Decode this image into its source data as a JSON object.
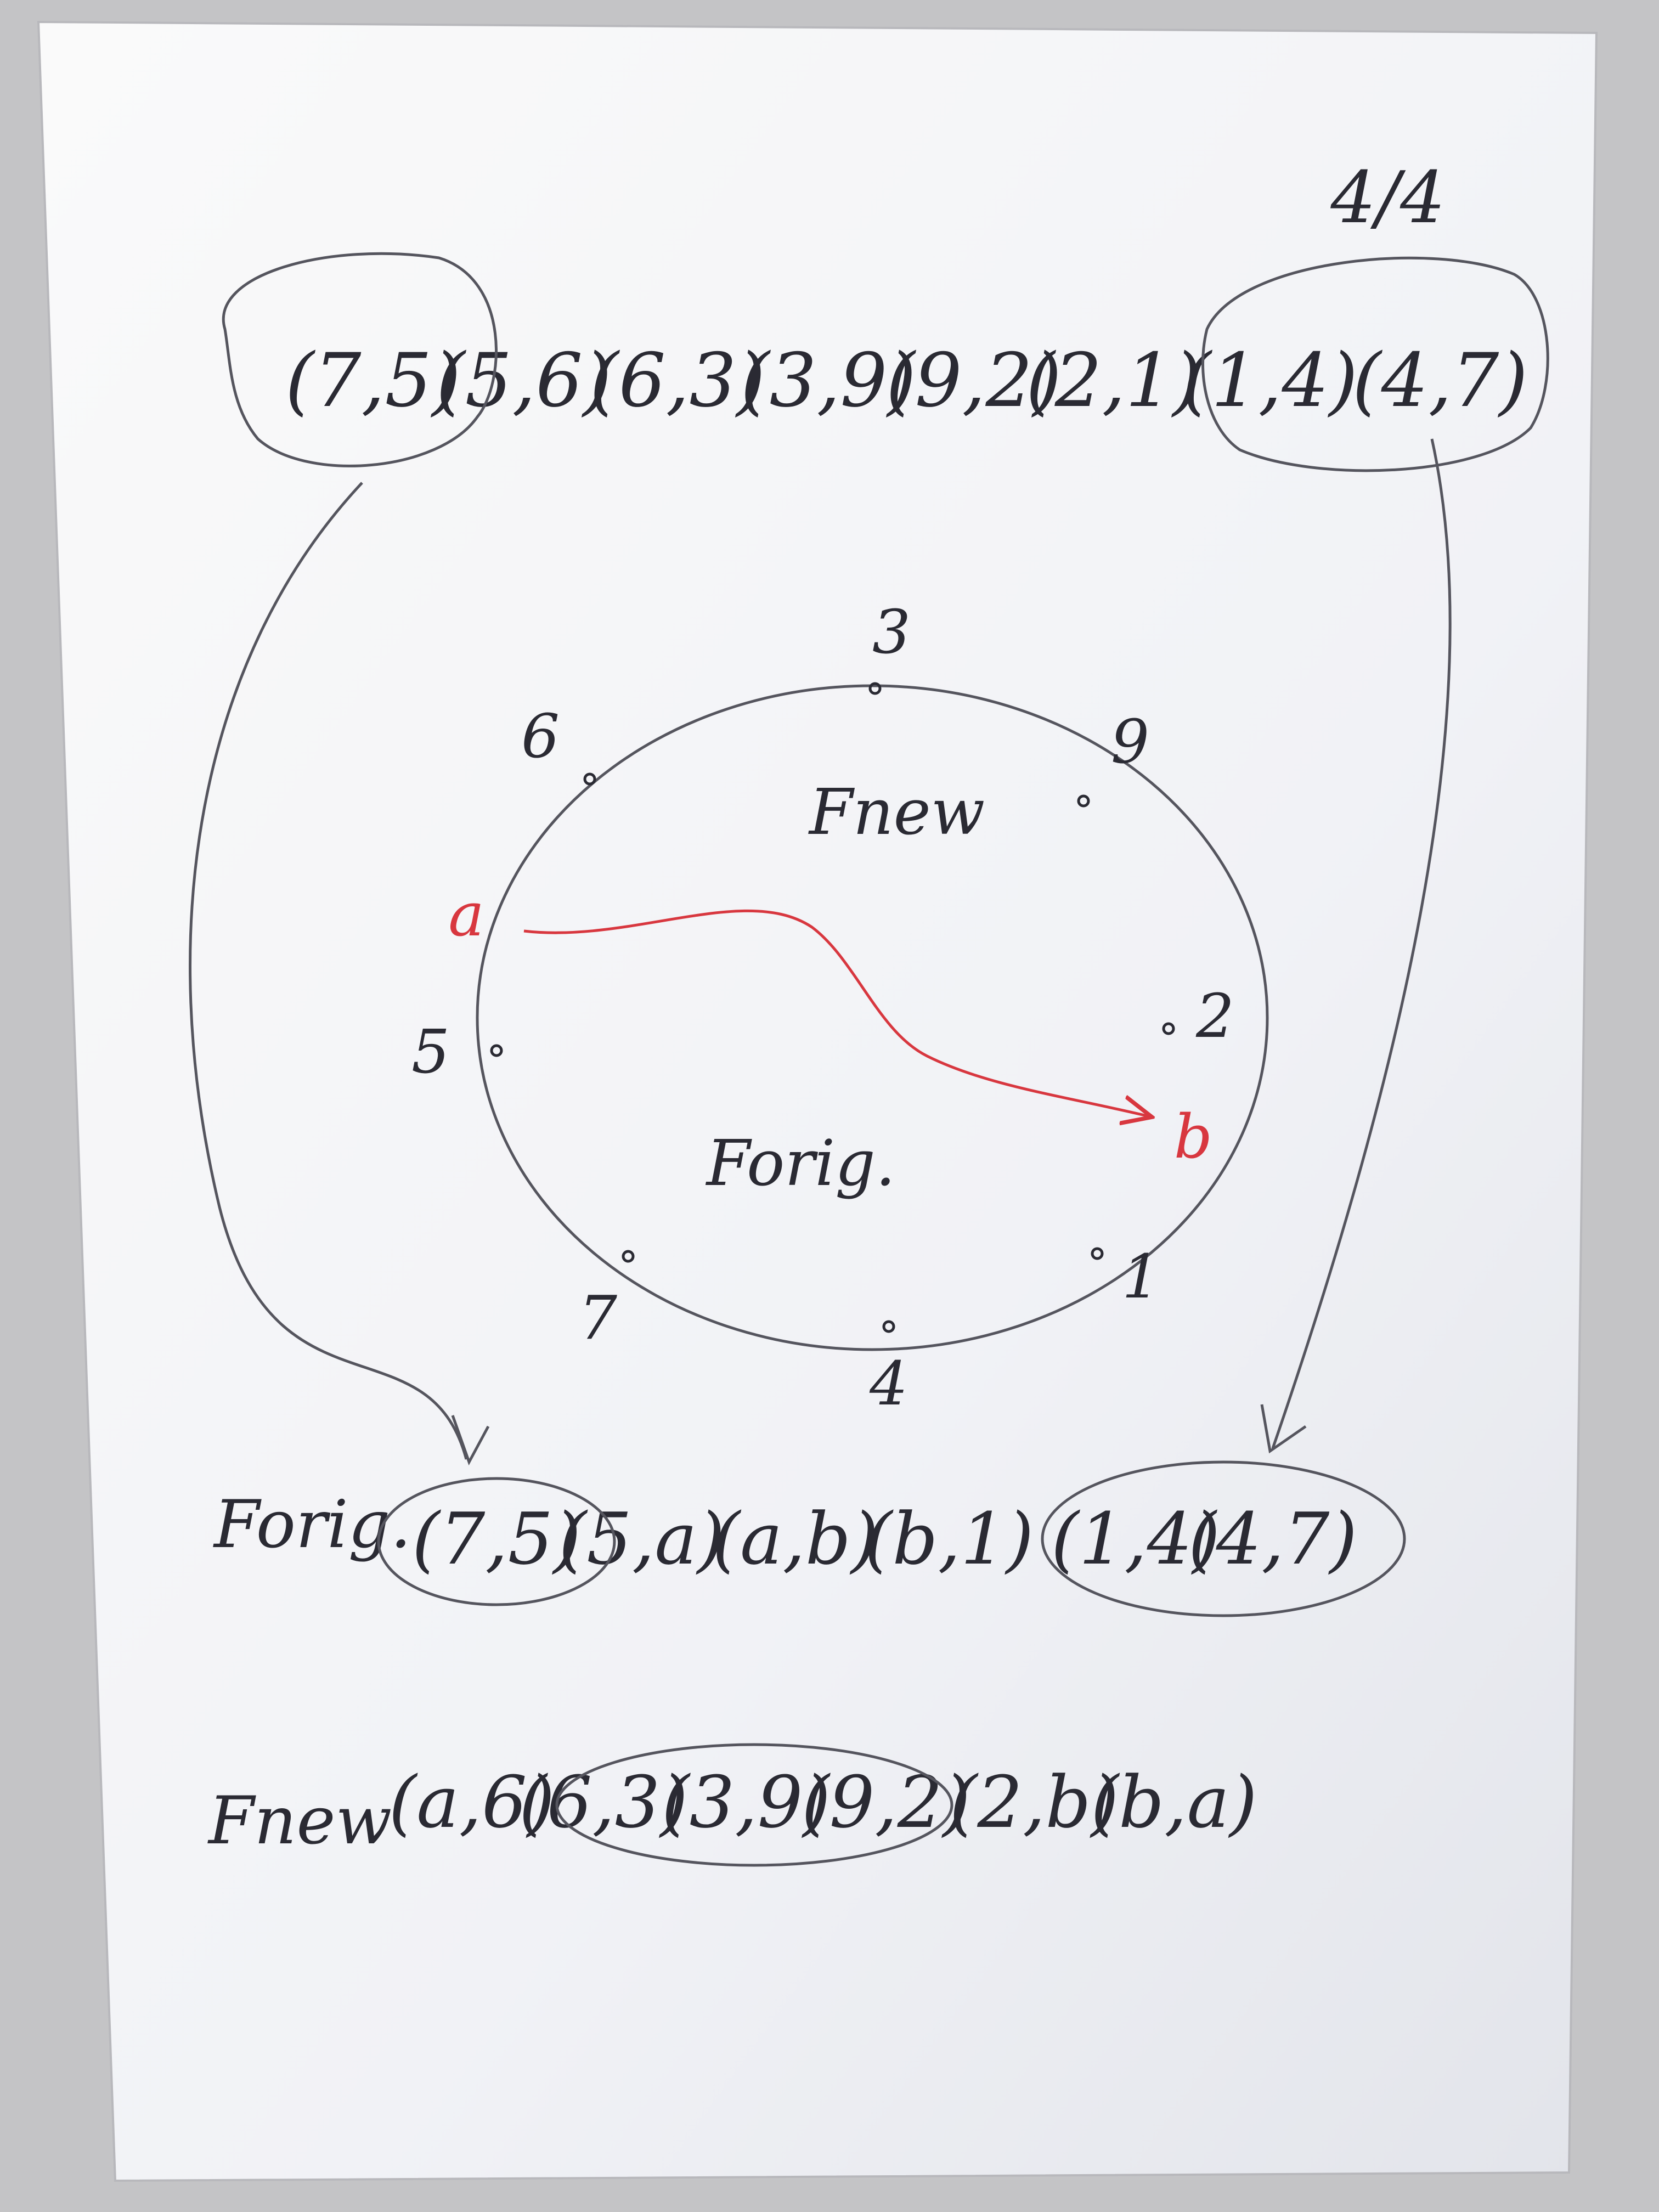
{
  "page_number": "4/4",
  "top_sequence": [
    "(7,5)",
    "(5,6)",
    "(6,3)",
    "(3,9)",
    "(9,2)",
    "(2,1)",
    "(1,4)",
    "(4,7)"
  ],
  "circle": {
    "nodes": [
      {
        "label": "3"
      },
      {
        "label": "9"
      },
      {
        "label": "2"
      },
      {
        "label": "1"
      },
      {
        "label": "4"
      },
      {
        "label": "7"
      },
      {
        "label": "5"
      },
      {
        "label": "6"
      }
    ],
    "new_nodes": {
      "from": "a",
      "to": "b"
    },
    "region_top": "Fnew",
    "region_bottom": "Forig."
  },
  "rows": [
    {
      "label": "Forig.",
      "pairs": [
        "(7,5)",
        "(5,a)",
        "(a,b)",
        "(b,1)",
        "(1,4)",
        "(4,7)"
      ]
    },
    {
      "label": "Fnew",
      "pairs": [
        "(a,6)",
        "(6,3)",
        "(3,9)",
        "(9,2)",
        "(2,b)",
        "(b,a)"
      ]
    }
  ],
  "colors": {
    "ink": "#2a2a33",
    "pencil": "#55555e",
    "red_ink": "#d8373f",
    "paper": "#f3f4f7"
  }
}
